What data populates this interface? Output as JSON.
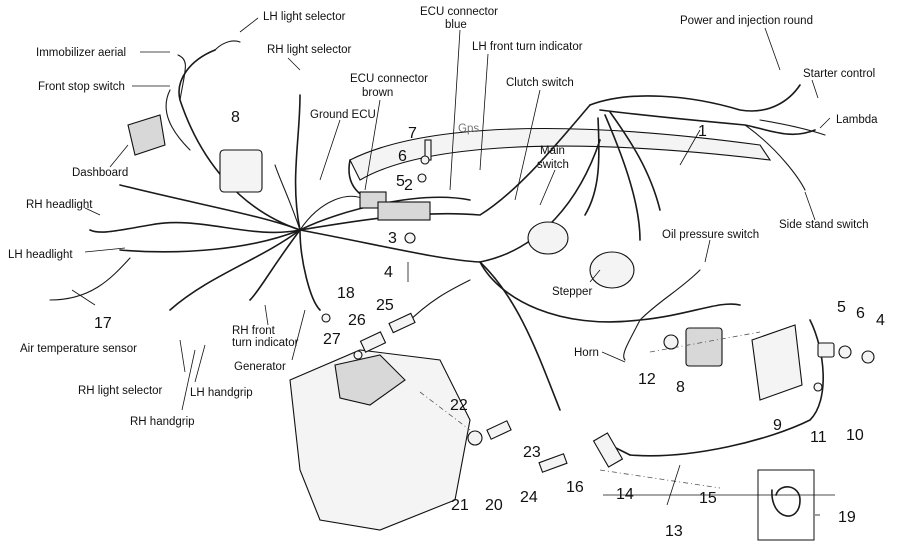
{
  "callouts": {
    "lh_light_selector": "LH light selector",
    "ecu_connector_blue_line1": "ECU connector",
    "ecu_connector_blue_line2": "blue",
    "power_injection": "Power and injection round",
    "immobilizer_aerial": "Immobilizer aerial",
    "rh_light_selector_top": "RH light selector",
    "lh_front_turn": "LH front turn indicator",
    "starter_control": "Starter control",
    "front_stop_switch": "Front stop switch",
    "ecu_connector_brown_line1": "ECU connector",
    "ecu_connector_brown_line2": "brown",
    "clutch_switch": "Clutch switch",
    "lambda": "Lambda",
    "ground_ecu": "Ground ECU",
    "gps": "Gps",
    "main_switch_line1": "Main",
    "main_switch_line2": "switch",
    "dashboard": "Dashboard",
    "rh_headlight": "RH headlight",
    "side_stand_switch": "Side stand switch",
    "oil_pressure_switch": "Oil pressure switch",
    "lh_headlight": "LH headlight",
    "stepper": "Stepper",
    "air_temp_sensor": "Air temperature sensor",
    "rh_front_turn_line1": "RH front",
    "rh_front_turn_line2": "turn indicator",
    "generator": "Generator",
    "horn": "Horn",
    "rh_light_selector_bottom": "RH light selector",
    "lh_handgrip": "LH handgrip",
    "rh_handgrip": "RH handgrip"
  },
  "part_numbers": {
    "n1": "1",
    "n2": "2",
    "n3": "3",
    "n4": "4",
    "n5": "5",
    "n6": "6",
    "n7": "7",
    "n8": "8",
    "n9": "9",
    "n10": "10",
    "n11": "11",
    "n12": "12",
    "n13": "13",
    "n14": "14",
    "n15": "15",
    "n16": "16",
    "n17": "17",
    "n18": "18",
    "n19": "19",
    "n20": "20",
    "n21": "21",
    "n22": "22",
    "n23": "23",
    "n24": "24",
    "n25": "25",
    "n26": "26",
    "n27": "27",
    "n8_dashboard": "8",
    "n8_coil": "8",
    "n4_right": "4",
    "n5_right": "5",
    "n6_right": "6"
  }
}
